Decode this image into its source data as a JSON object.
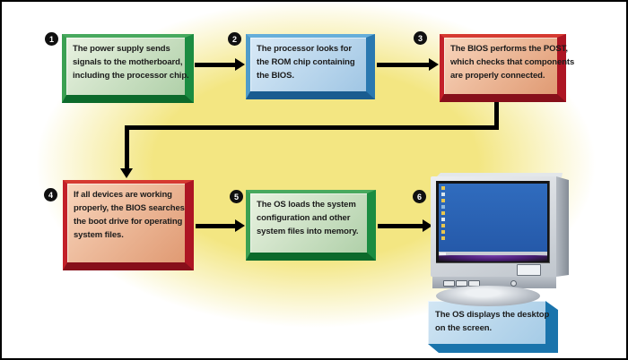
{
  "canvas": {
    "background": "#ffffff",
    "border_color": "#000000",
    "glow_color": "#f3e682"
  },
  "steps": [
    {
      "number": "1",
      "color_scheme": "green",
      "text": "The power supply sends\nsignals to the motherboard,\nincluding the processor chip."
    },
    {
      "number": "2",
      "color_scheme": "blue",
      "text": "The processor looks for\nthe ROM chip containing\nthe BIOS."
    },
    {
      "number": "3",
      "color_scheme": "red",
      "text": "The BIOS performs the POST,\nwhich checks that components\nare properly connected."
    },
    {
      "number": "4",
      "color_scheme": "red",
      "text": "If all devices are working\nproperly, the BIOS searches\nthe boot drive for operating\nsystem files."
    },
    {
      "number": "5",
      "color_scheme": "green",
      "text": "The OS loads the system\nconfiguration and other\nsystem files into memory."
    },
    {
      "number": "6",
      "color_scheme": "blue",
      "text": "The OS displays the desktop\non the screen."
    }
  ],
  "monitor": {
    "screen_color": "#2b63b5",
    "taskbar_color": "#c9cdd4",
    "desktop_icon_colors": [
      "#e8c64e",
      "#d9e6ef",
      "#e8c64e",
      "#8fb8dd",
      "#e8c64e",
      "#dfe8ee",
      "#e8c64e",
      "#e8c64e",
      "#e8c64e"
    ]
  }
}
